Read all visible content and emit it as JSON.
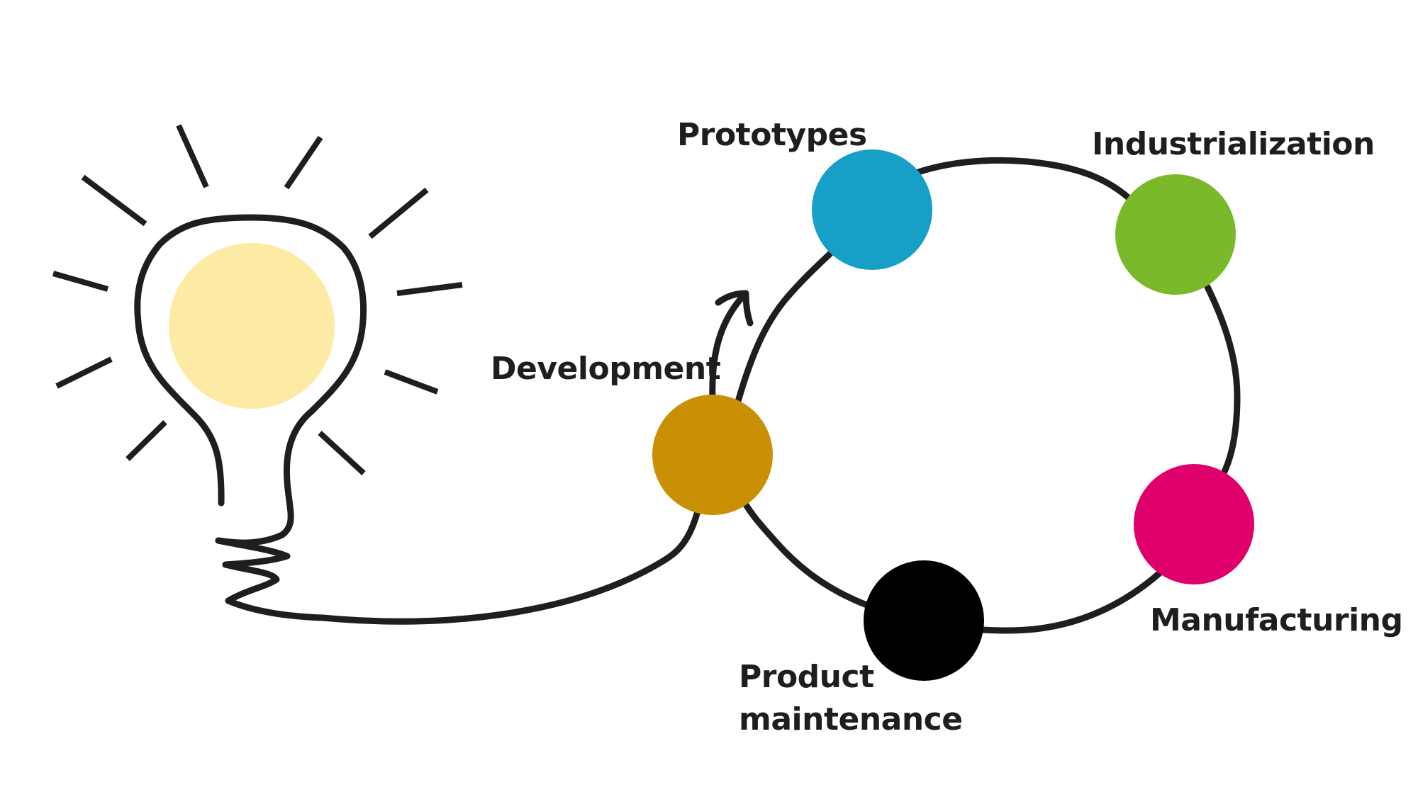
{
  "diagram": {
    "stages": [
      {
        "id": "development",
        "label": "Development",
        "color": "#c98f05"
      },
      {
        "id": "prototypes",
        "label": "Prototypes",
        "color": "#169fc7"
      },
      {
        "id": "industrialization",
        "label": "Industrialization",
        "color": "#7ab929"
      },
      {
        "id": "manufacturing",
        "label": "Manufacturing",
        "color": "#e0006b"
      },
      {
        "id": "product-maintenance",
        "label_line1": "Product",
        "label_line2": "maintenance",
        "color": "#000000"
      }
    ],
    "idea": {
      "icon": "light-bulb-icon",
      "glow_color": "#fdeba5",
      "line_color": "#1e1e1e"
    }
  }
}
